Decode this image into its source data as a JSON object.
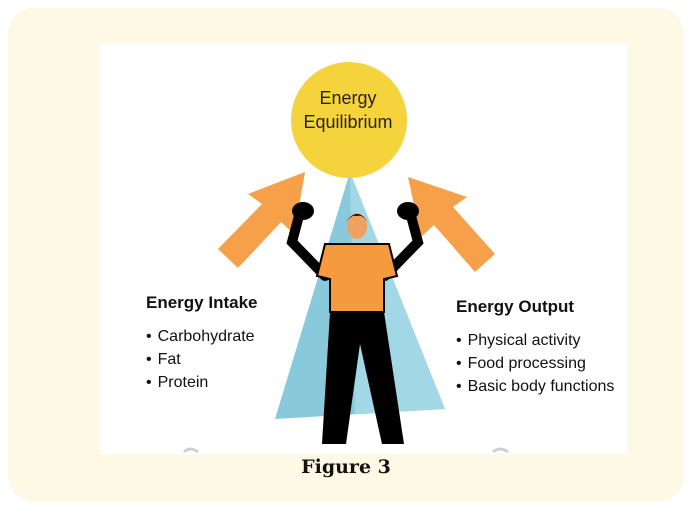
{
  "center": {
    "line1": "Energy",
    "line2": "Equilibrium"
  },
  "intake": {
    "heading": "Energy Intake",
    "items": [
      "Carbohydrate",
      "Fat",
      "Protein"
    ]
  },
  "output": {
    "heading": "Energy Output",
    "items": [
      "Physical activity",
      "Food processing",
      "Basic body functions"
    ]
  },
  "caption": "Figure 3",
  "colors": {
    "sun": "#f5d33c",
    "arrow": "#f7a04a",
    "beam": "#7cc3d8",
    "shirt": "#f59a3d",
    "card_bg": "#fdf9e4"
  }
}
